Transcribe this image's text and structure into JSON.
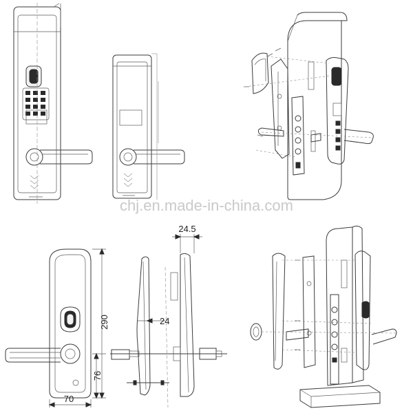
{
  "watermark": "chj.en.made-in-china.com",
  "dimensions": {
    "thickness": "24.5",
    "height": "290",
    "depth": "24",
    "lower_height": "76",
    "width": "70"
  },
  "colors": {
    "line": "#3a3a3a",
    "background": "#ffffff",
    "watermark": "#c9c9c9"
  }
}
